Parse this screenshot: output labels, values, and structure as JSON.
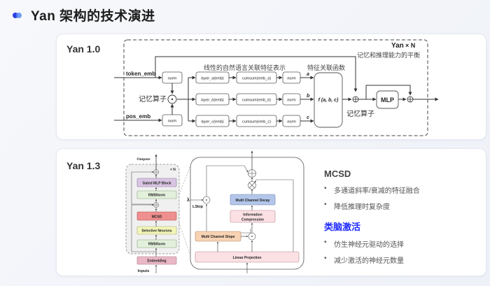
{
  "header": {
    "title": "Yan 架构的技术演进",
    "accent_colors": [
      "#2a3fe0",
      "#5a8cf5"
    ]
  },
  "yan10": {
    "label": "Yan 1.0",
    "repeat_label": "Yan",
    "repeat_times": "× N",
    "balance_label": "记忆和推理能力的平衡",
    "linear_label": "线性的自然语言关联特征表示",
    "assoc_label": "特征关联函数",
    "memory_op_left": "记忆算子",
    "memory_op_right": "记忆算子",
    "inputs": [
      "token_emb",
      "pos_emb"
    ],
    "norm": "norm",
    "layers": [
      "layer_a(emb)",
      "layer_b(emb)",
      "layer_c(emb)"
    ],
    "cumsums": [
      "cumsum(emb_a)",
      "cumsum(emb_b)",
      "cumsum(emb_c)"
    ],
    "branch_labels": [
      "a",
      "b",
      "c"
    ],
    "func": "f (a, b, c)",
    "mlp": "MLP",
    "dot_op": "⊙",
    "plus_op": "⊕"
  },
  "yan13": {
    "label": "Yan 1.3",
    "outputs": "Outputs",
    "inputs": "Inputs",
    "repeat": "× N",
    "blocks": {
      "gated_mlp": "Gated MLP Block",
      "rmsnorm_top": "RMSNorm",
      "mcsd": "MCSD",
      "selective": "Selective Neurons",
      "rmsnorm_bottom": "RMSNorm",
      "embedding": "Embedding"
    },
    "detail": {
      "lambda": "λ",
      "lskip": "LSkip",
      "decay": "Multi Channel Decay",
      "compression": "Information Compression",
      "compression_l1": "Information",
      "compression_l2": "Compression",
      "slope": "Multi Channel Slope",
      "projection": "Linear Projection"
    },
    "colors": {
      "gated_mlp": "#d9c5e3",
      "rmsnorm": "#e3f1dc",
      "mcsd": "#ef8f8f",
      "selective": "#f3f6b9",
      "embedding": "#eab7c6",
      "decay": "#b3c6ea",
      "compression": "#fbe1e4",
      "slope": "#f7d3b3",
      "projection": "#fbe1e4"
    }
  },
  "side": {
    "mcsd_title": "MCSD",
    "mcsd_points": [
      "多通道斜率/衰减的特征融合",
      "降低推理时复杂度"
    ],
    "brain_title": "类脑激活",
    "brain_points": [
      "仿生神经元驱动的选择",
      "减少激活的神经元数量"
    ]
  }
}
